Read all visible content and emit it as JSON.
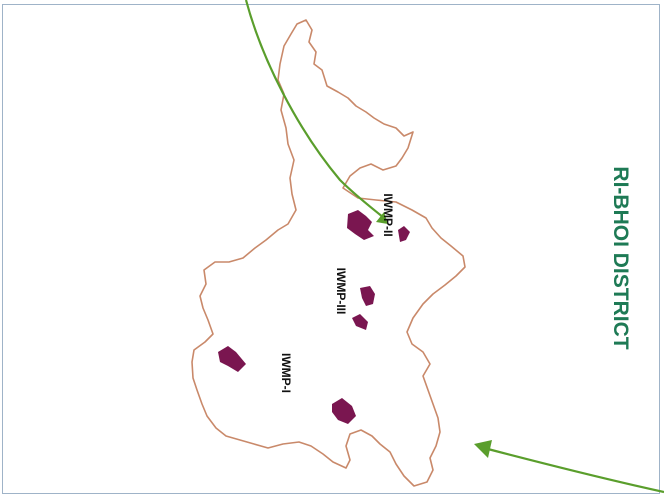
{
  "map": {
    "title": "RI-BHOI DISTRICT",
    "labels": {
      "iwmp_1": "IWMP-I",
      "iwmp_2": "IWMP-II",
      "iwmp_3": "IWMP-III"
    },
    "colors": {
      "boundary": "#c9896a",
      "project_patch": "#7a1650",
      "arrow": "#5a9e2c",
      "title": "#1e7a55",
      "frame": "#9fb3c8"
    }
  }
}
